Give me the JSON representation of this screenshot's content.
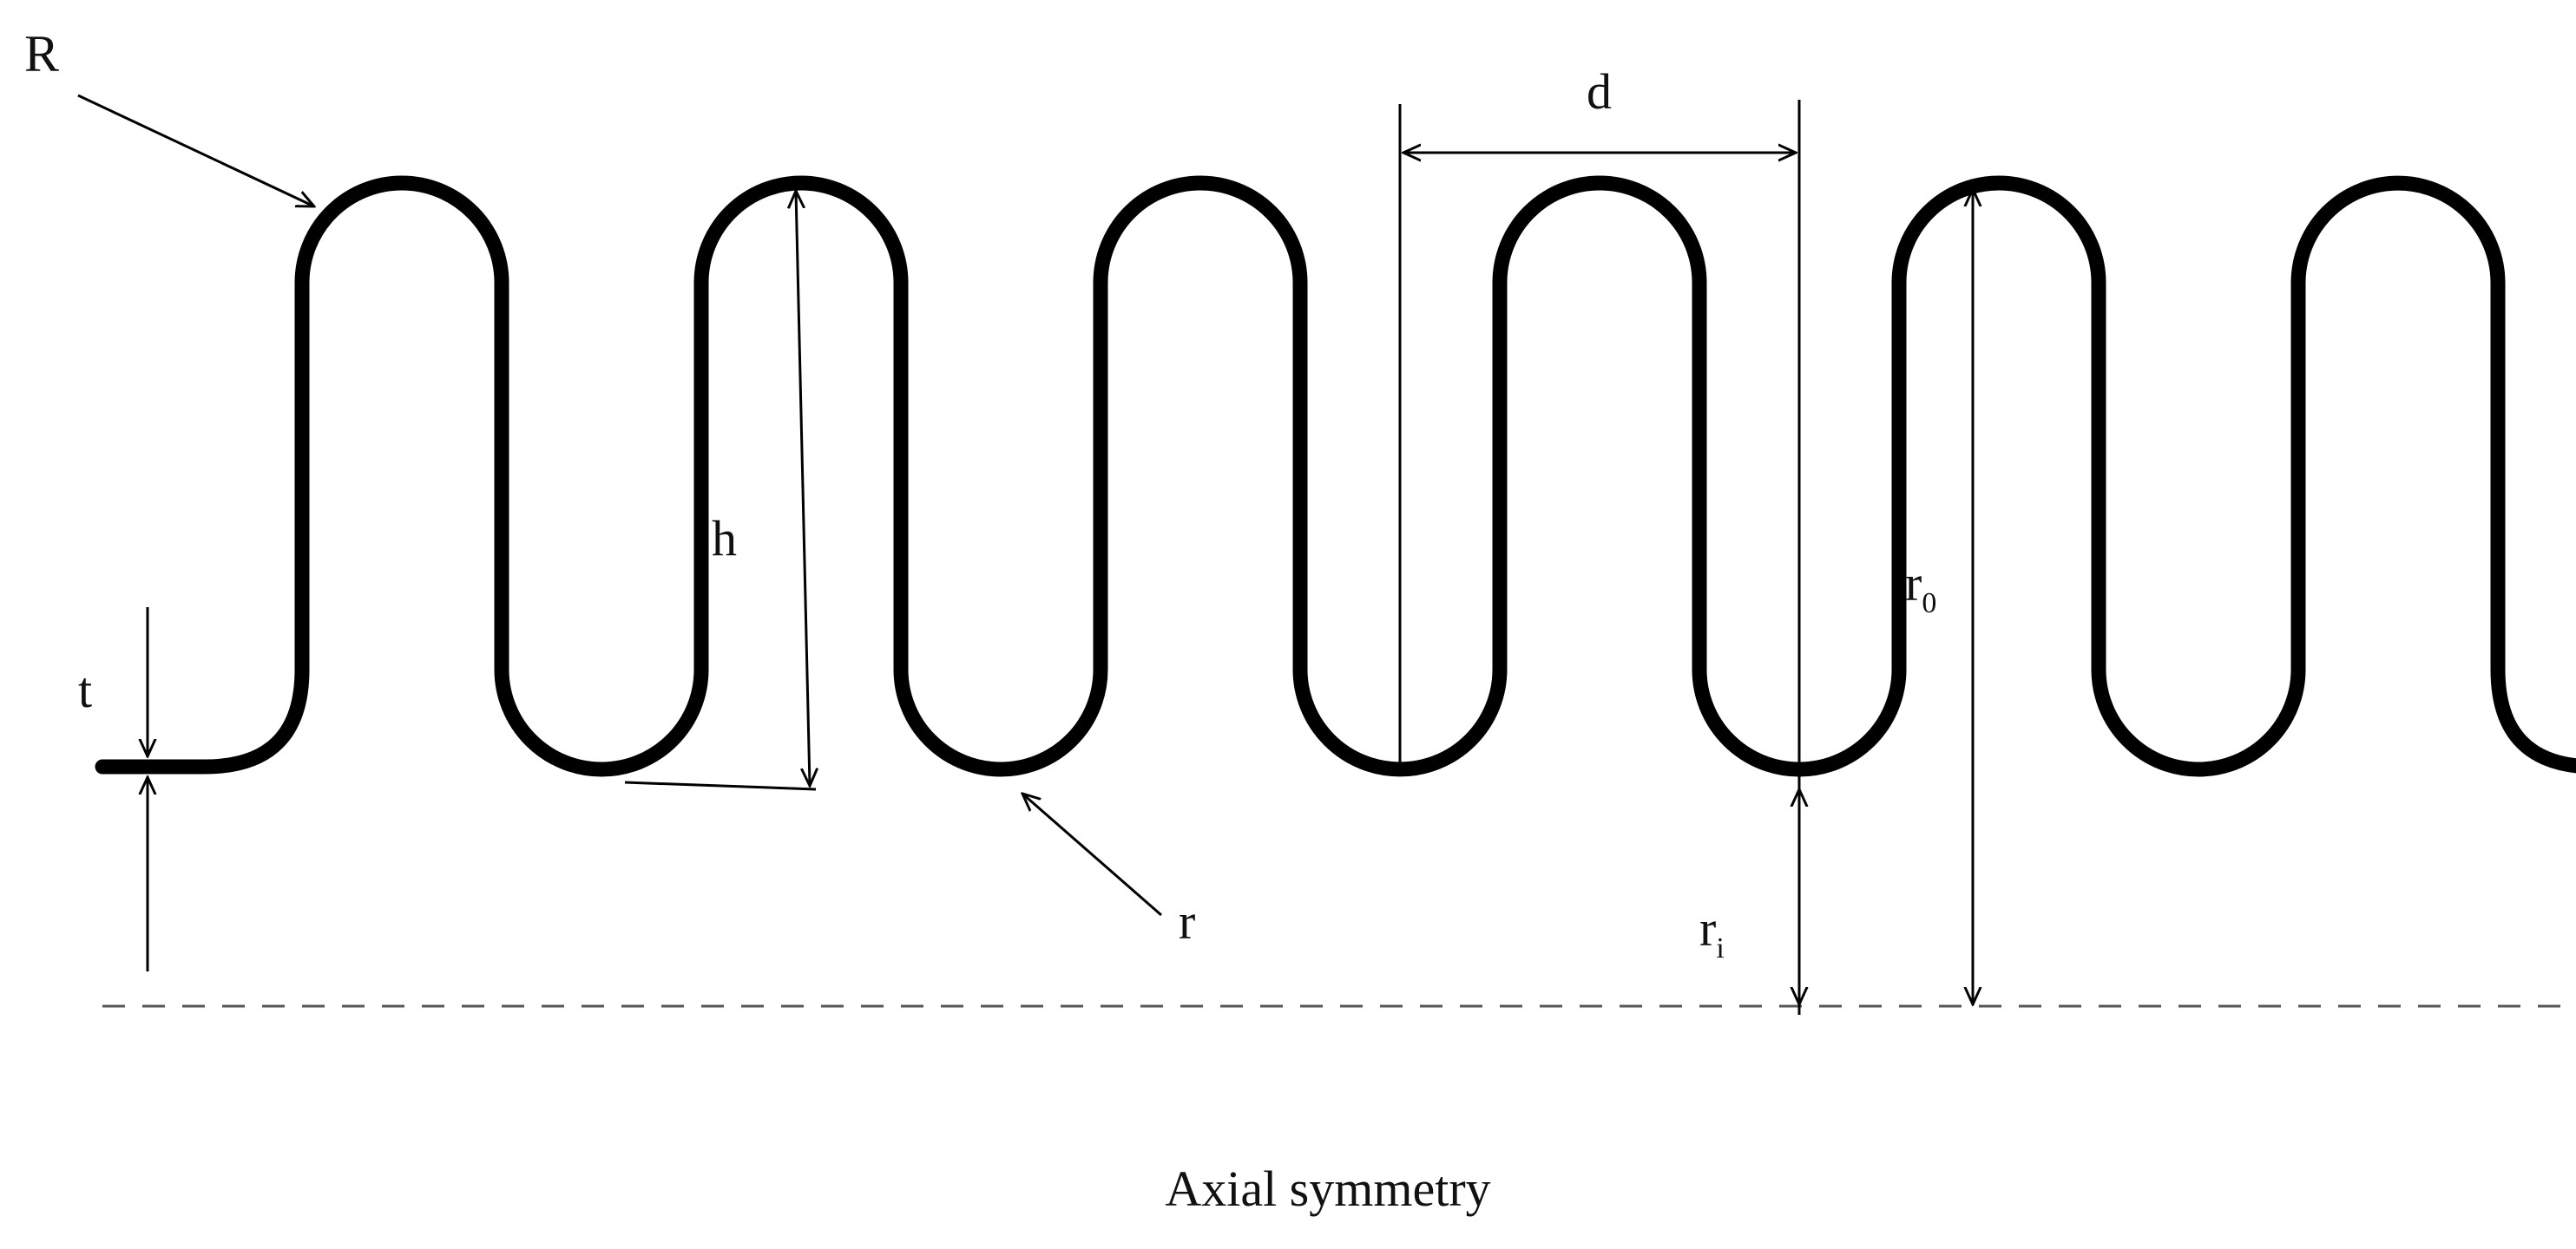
{
  "diagram": {
    "labels": {
      "R": "R",
      "d": "d",
      "h": "h",
      "t": "t",
      "r": "r",
      "r0": "r",
      "r0_sub": "0",
      "ri": "r",
      "ri_sub": "i"
    },
    "caption": "Axial symmetry",
    "colors": {
      "stroke": "#000000",
      "dash": "#555555",
      "text": "#111111"
    }
  }
}
